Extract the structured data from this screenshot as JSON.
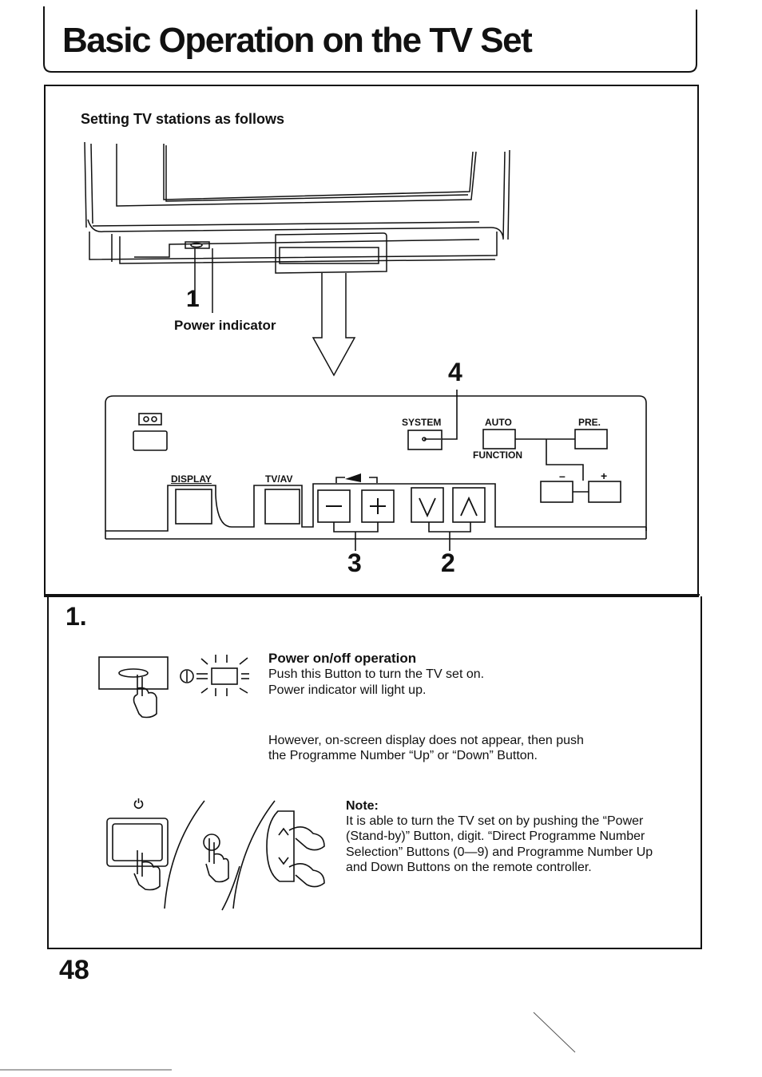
{
  "page": {
    "title": "Basic Operation on the TV Set",
    "page_number": "48"
  },
  "figure": {
    "heading": "Setting TV stations as follows",
    "callout_1_number": "1",
    "callout_1_label": "Power indicator",
    "callout_2": "2",
    "callout_3": "3",
    "callout_4": "4",
    "panel_labels": {
      "system": "SYSTEM",
      "auto": "AUTO",
      "pre": "PRE.",
      "function": "FUNCTION",
      "display": "DISPLAY",
      "tvav": "TV/AV",
      "minus": "–",
      "plus": "+"
    }
  },
  "step1": {
    "number": "1.",
    "heading": "Power on/off operation",
    "line1": "Push this Button to turn the TV set on.",
    "line2": "Power indicator will light up.",
    "para2_line1": "However, on-screen display does not appear, then push",
    "para2_line2": "the Programme Number “Up” or “Down” Button.",
    "note_label": "Note:",
    "note_line1": "It is able to turn the TV set on by pushing the “Power",
    "note_line2": "(Stand-by)” Button, digit. “Direct Programme Number",
    "note_line3": "Selection” Buttons (0—9) and Programme Number Up",
    "note_line4": "and Down Buttons on the remote controller."
  }
}
